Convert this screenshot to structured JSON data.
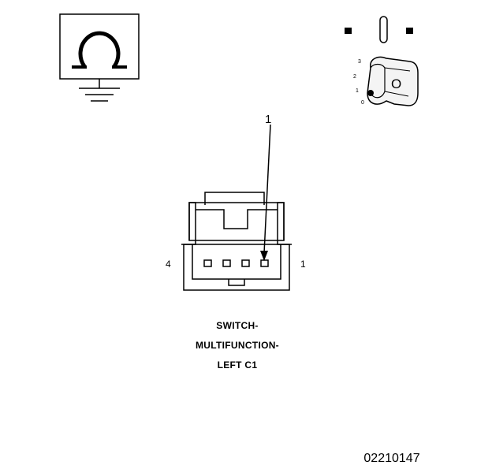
{
  "callout": "1",
  "connector": {
    "pin_left_label": "4",
    "pin_right_label": "1"
  },
  "caption": {
    "line1": "SWITCH-",
    "line2": "MULTIFUNCTION-",
    "line3": "LEFT C1"
  },
  "ignition_key": {
    "positions": [
      "3",
      "2",
      "1",
      "0"
    ],
    "key_letter": "O"
  },
  "figure_code": "02210147",
  "icons": {
    "resistance_ground": "ohm-ground-icon",
    "ignition_switch": "ignition-key-icon"
  },
  "colors": {
    "line": "#000000",
    "background": "#ffffff"
  }
}
